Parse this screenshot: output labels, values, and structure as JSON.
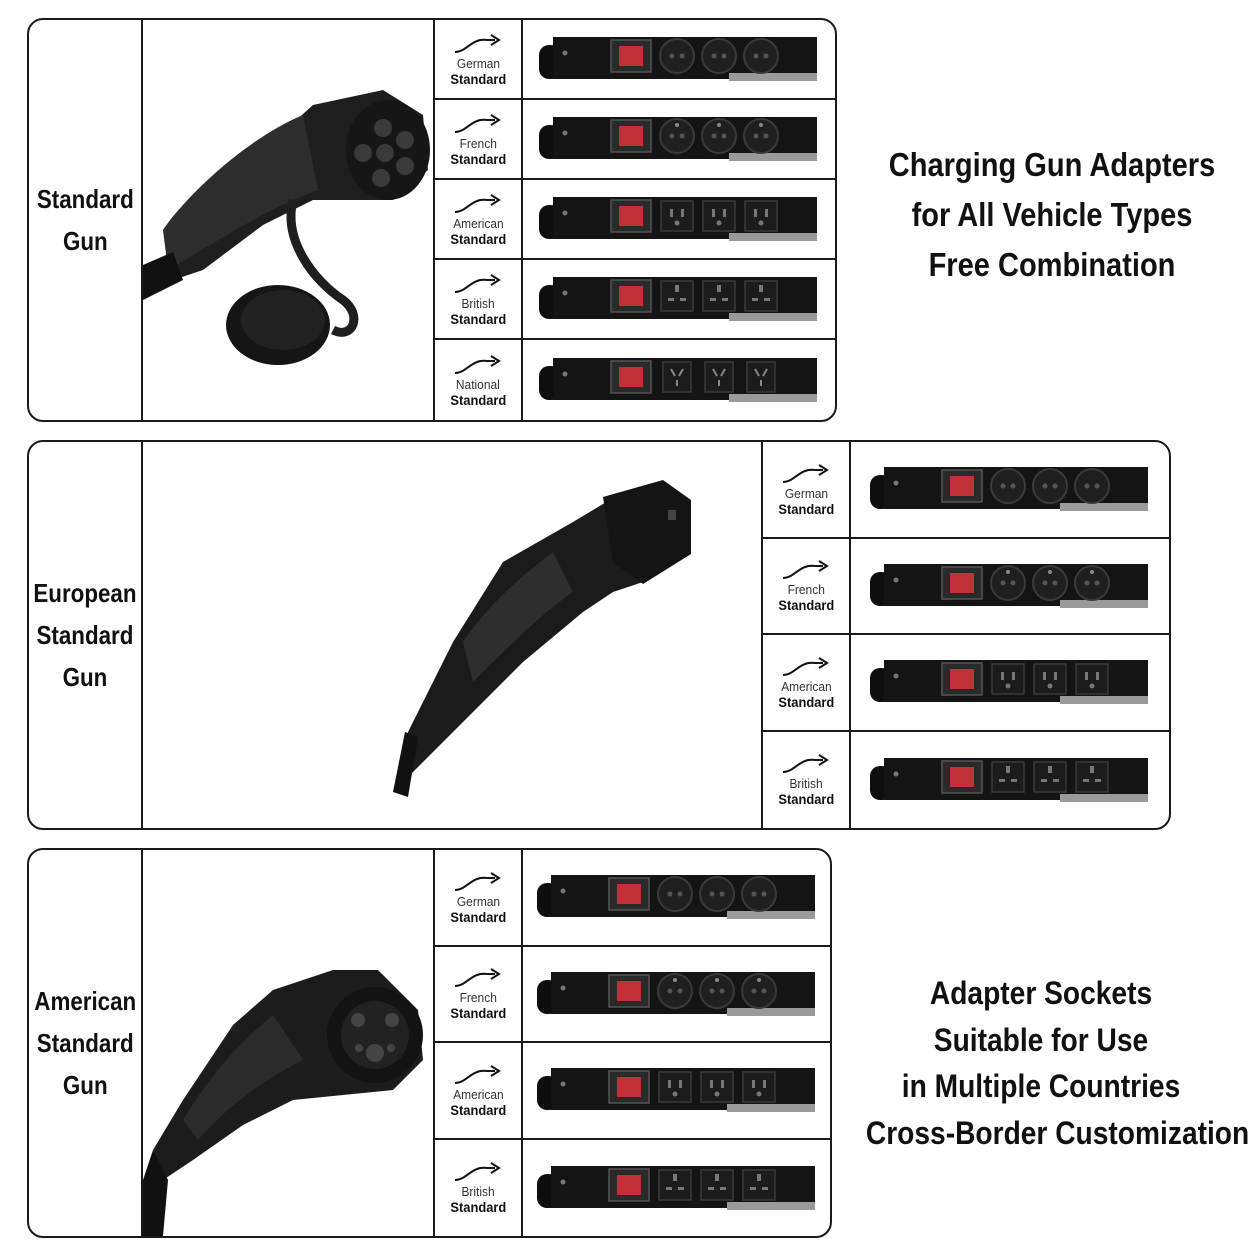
{
  "headline": {
    "line1": "Charging Gun Adapters",
    "line2": "for All Vehicle Types",
    "line3": "Free Combination"
  },
  "footer_heading": {
    "line1": "Adapter Sockets",
    "line2": "Suitable for Use",
    "line3": "in Multiple Countries",
    "line4": "Cross-Border Customization"
  },
  "panels": [
    {
      "gun_label": "Standard\nGun",
      "rows": [
        {
          "name": "German",
          "word": "Standard",
          "socket": "german"
        },
        {
          "name": "French",
          "word": "Standard",
          "socket": "french"
        },
        {
          "name": "American",
          "word": "Standard",
          "socket": "american"
        },
        {
          "name": "British",
          "word": "Standard",
          "socket": "british"
        },
        {
          "name": "National",
          "word": "Standard",
          "socket": "national"
        }
      ]
    },
    {
      "gun_label": "European\nStandard\nGun",
      "rows": [
        {
          "name": "German",
          "word": "Standard",
          "socket": "german"
        },
        {
          "name": "French",
          "word": "Standard",
          "socket": "french"
        },
        {
          "name": "American",
          "word": "Standard",
          "socket": "american"
        },
        {
          "name": "British",
          "word": "Standard",
          "socket": "british"
        }
      ]
    },
    {
      "gun_label": "American\nStandard\nGun",
      "rows": [
        {
          "name": "German",
          "word": "Standard",
          "socket": "german"
        },
        {
          "name": "French",
          "word": "Standard",
          "socket": "french"
        },
        {
          "name": "American",
          "word": "Standard",
          "socket": "american"
        },
        {
          "name": "British",
          "word": "Standard",
          "socket": "british"
        }
      ]
    }
  ],
  "colors": {
    "strip": "#141414",
    "switch": "#c2313a",
    "border": "#1a1a1a"
  }
}
